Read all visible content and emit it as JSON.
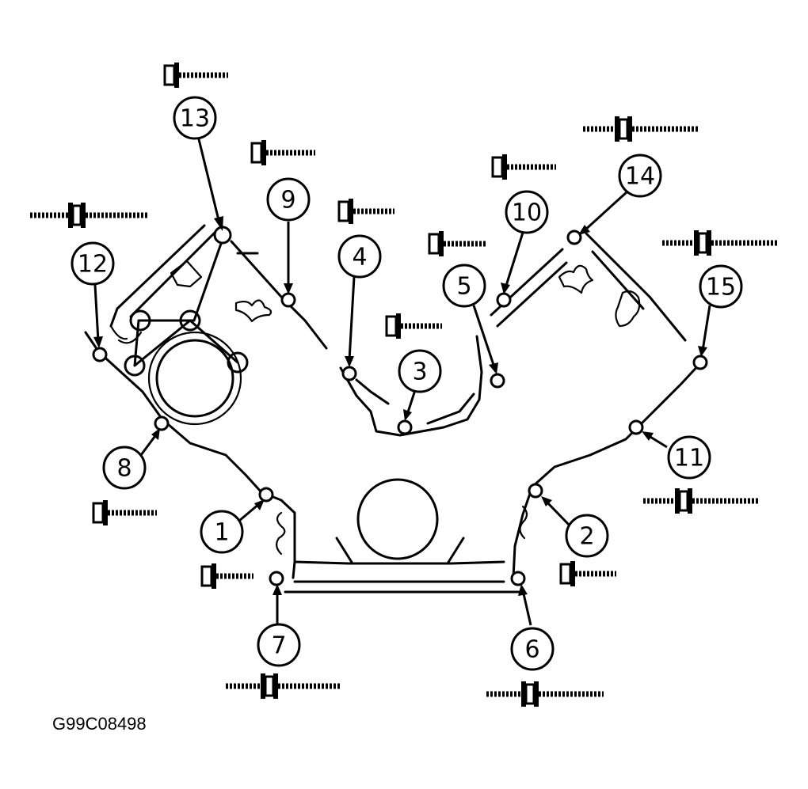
{
  "figure_code": "G99C08498",
  "callout_labels": [
    "1",
    "2",
    "3",
    "4",
    "5",
    "6",
    "7",
    "8",
    "9",
    "10",
    "11",
    "12",
    "13",
    "14",
    "15"
  ],
  "colors": {
    "line": "#000000",
    "background": "#ffffff"
  }
}
